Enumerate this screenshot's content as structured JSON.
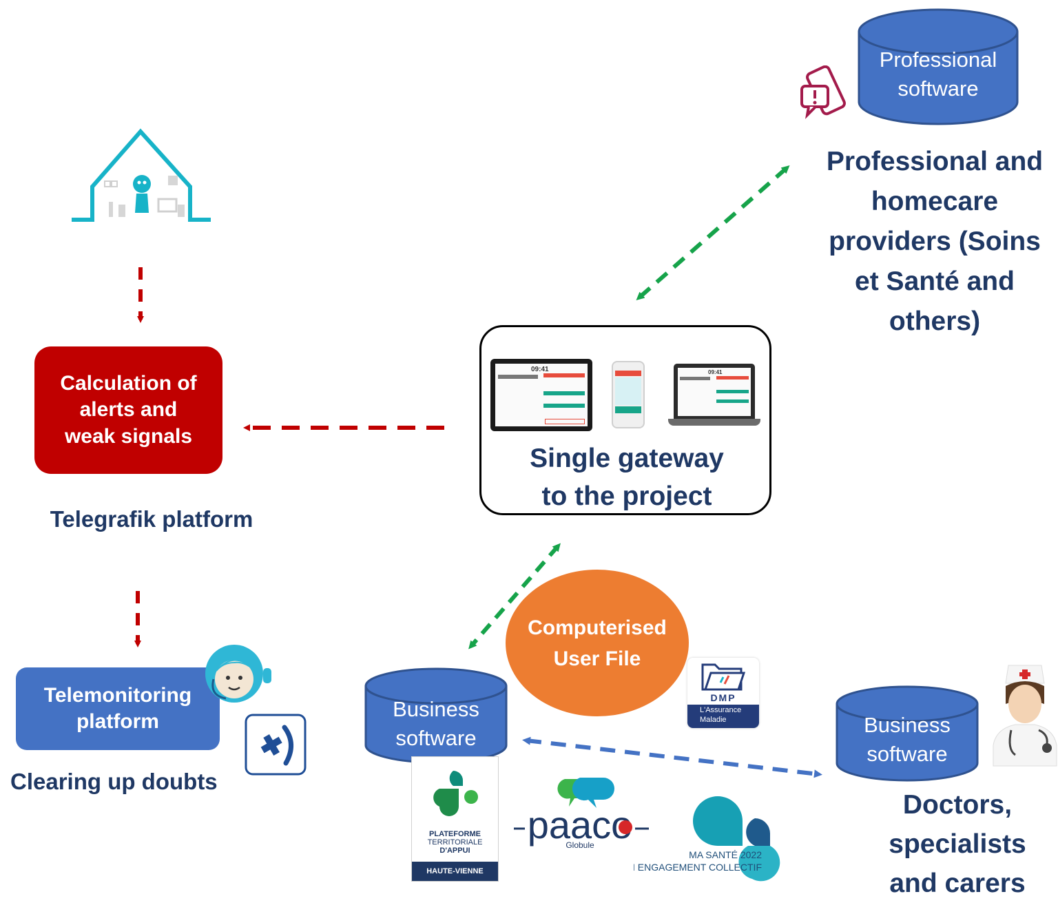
{
  "professional_software": {
    "line1": "Professional",
    "line2": "software"
  },
  "providers": {
    "line1": "Professional and",
    "line2": "homecare",
    "line3": "providers (Soins",
    "line4": "et Santé and",
    "line5": "others)"
  },
  "alerts_box": {
    "line1": "Calculation of",
    "line2": "alerts and",
    "line3": "weak signals"
  },
  "telegrafik": "Telegrafik platform",
  "gateway": {
    "line1": "Single gateway",
    "line2": "to the project",
    "tablet_time": "09:41",
    "laptop_time": "09:41"
  },
  "telemonitoring_box": {
    "line1": "Telemonitoring",
    "line2": "platform"
  },
  "clearing": "Clearing up doubts",
  "computerised": {
    "line1": "Computerised",
    "line2": "User File"
  },
  "business_software_left": {
    "line1": "Business",
    "line2": "software"
  },
  "business_software_right": {
    "line1": "Business",
    "line2": "software"
  },
  "doctors": {
    "line1": "Doctors,",
    "line2": "specialists",
    "line3": "and carers"
  },
  "dmp_logo": {
    "title": "DMP",
    "line1": "L'Assurance",
    "line2": "Maladie"
  },
  "pta_logo": {
    "line1": "PLATEFORME",
    "line2": "TERRITORIALE",
    "line3": "D'APPUI",
    "line4": "HAUTE-VIENNE"
  },
  "paaco_logo": {
    "word": "paaco",
    "sub": "Globule"
  },
  "masante_logo": {
    "line1": "MA SANTÉ 2022",
    "line2": "UN ENGAGEMENT COLLECTIF"
  },
  "colors": {
    "red_box": "#c00000",
    "blue": "#4472c4",
    "orange": "#ed7d31",
    "navy_text": "#1f3864",
    "green_arrow": "#16a34a",
    "red_arrow": "#c00000",
    "blue_arrow": "#4472c4",
    "teal": "#17b3c8"
  }
}
